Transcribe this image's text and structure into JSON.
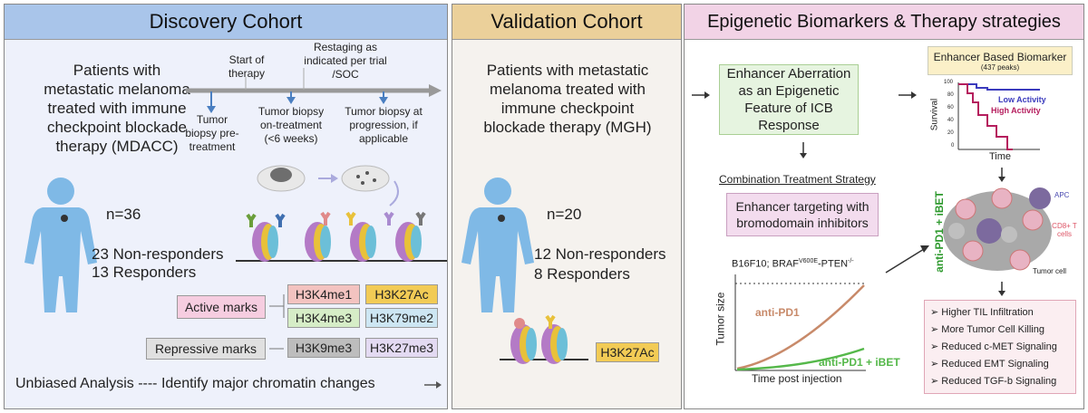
{
  "discovery": {
    "header": "Discovery Cohort",
    "patients": "Patients with metastatic melanoma treated with immune checkpoint blockade therapy (MDACC)",
    "timeline": {
      "start_therapy": "Start of therapy",
      "restaging": "Restaging as indicated per trial /SOC",
      "biopsy_pre": "Tumor biopsy pre-treatment",
      "biopsy_on": "Tumor biopsy on-treatment (<6 weeks)",
      "biopsy_prog": "Tumor biopsy at progression, if applicable"
    },
    "n": "n=36",
    "nonresponders": "23 Non-responders",
    "responders": "13 Responders",
    "active_label": "Active marks",
    "repressive_label": "Repressive marks",
    "marks": [
      "H3K4me1",
      "H3K27Ac",
      "H3K4me3",
      "H3K79me2",
      "H3K9me3",
      "H3K27me3"
    ],
    "footer": "Unbiased Analysis ---- Identify major chromatin changes"
  },
  "validation": {
    "header": "Validation Cohort",
    "patients": "Patients with metastatic melanoma treated with immune checkpoint blockade therapy (MGH)",
    "n": "n=20",
    "nonresponders": "12 Non-responders",
    "responders": "8 Responders",
    "mark": "H3K27Ac"
  },
  "epigenetic": {
    "header": "Epigenetic Biomarkers & Therapy strategies",
    "aberration": "Enhancer Aberration as an Epigenetic Feature of ICB Response",
    "biomarker_title": "Enhancer Based Biomarker",
    "biomarker_sub": "(437 peaks)",
    "km": {
      "low": "Low Activity",
      "high": "High Activity",
      "ylabel": "Survival",
      "xlabel": "Time",
      "yticks": [
        "100",
        "80",
        "60",
        "40",
        "20",
        "0"
      ]
    },
    "combo_title": "Combination Treatment Strategy",
    "combo_box": "Enhancer targeting with bromodomain inhibitors",
    "model": "B16F10; BRAF",
    "model_sup": "V600E",
    "model_tail": "-PTEN",
    "model_sup2": "-/-",
    "growth": {
      "ylabel": "Tumor size",
      "xlabel": "Time post injection",
      "antipd1": "anti-PD1",
      "combo": "anti-PD1 + iBET"
    },
    "tme": {
      "side": "anti-PD1 + iBET",
      "apc": "APC",
      "cd8": "CD8+ T cells",
      "tumor": "Tumor cell"
    },
    "outcomes": [
      "Higher TIL Infiltration",
      "More Tumor Cell Killing",
      "Reduced c-MET Signaling",
      "Reduced EMT Signaling",
      "Reduced TGF-b Signaling"
    ]
  }
}
